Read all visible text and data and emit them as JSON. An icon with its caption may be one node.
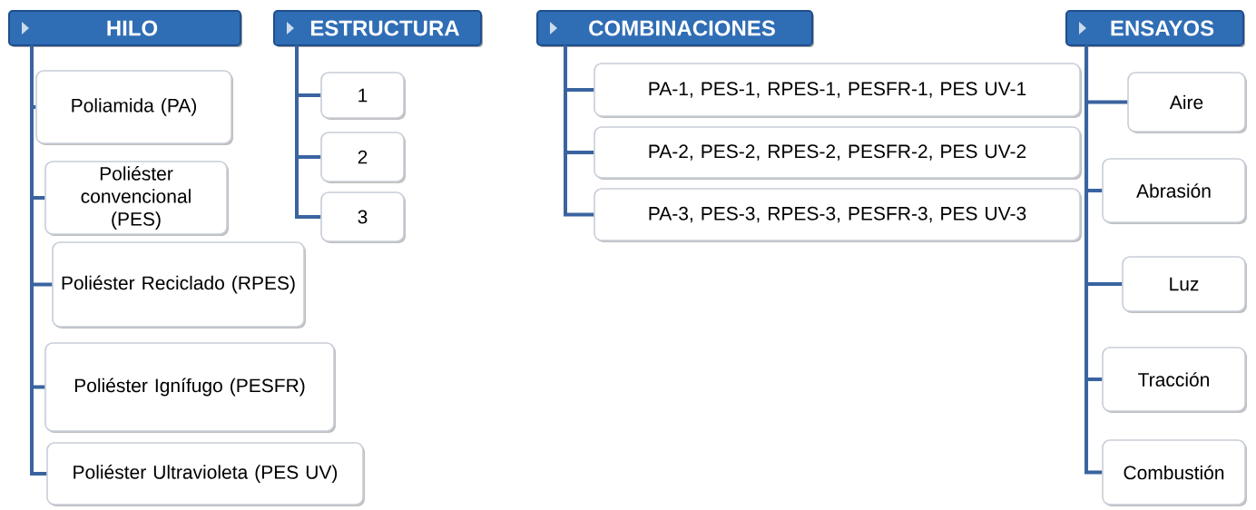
{
  "diagram": {
    "nodes": [
      {
        "text": [
          "HILO"
        ]
      },
      {
        "text": [
          "Poliamida (PA)"
        ]
      },
      {
        "text": [
          "Poliéster convencional (PES)"
        ]
      },
      {
        "text": [
          "Poliéster Reciclado (RPES)"
        ]
      },
      {
        "text": [
          "Poliéster Ignífugo (PESFR)"
        ]
      },
      {
        "text": [
          "Poliéster Ultravioleta (PES UV)"
        ]
      },
      {
        "text": [
          "ESTRUCTURA"
        ]
      },
      {
        "text": [
          "1"
        ]
      },
      {
        "text": [
          "2"
        ]
      },
      {
        "text": [
          "3"
        ]
      },
      {
        "text": [
          "COMBINACIONES"
        ]
      },
      {
        "text": [
          "PA-1, PES-1, RPES-1, PESFR-1, PES UV-1"
        ]
      },
      {
        "text": [
          "PA-2, PES-2, RPES-2, PESFR-2, PES UV-2"
        ]
      },
      {
        "text": [
          "PA-3, PES-3, RPES-3, PESFR-3, PES UV-3"
        ]
      },
      {
        "text": [
          "ENSAYOS"
        ]
      },
      {
        "text": [
          "Aire"
        ]
      },
      {
        "text": [
          "Abrasión"
        ]
      },
      {
        "text": [
          "Luz"
        ]
      },
      {
        "text": [
          "Tracción"
        ]
      },
      {
        "text": [
          "Combustión"
        ]
      }
    ],
    "edges": [
      {
        "from": 0,
        "to": 1,
        "arrow": "none"
      },
      {
        "from": 0,
        "to": 2,
        "arrow": "none"
      },
      {
        "from": 0,
        "to": 3,
        "arrow": "none"
      },
      {
        "from": 0,
        "to": 4,
        "arrow": "none"
      },
      {
        "from": 0,
        "to": 5,
        "arrow": "none"
      },
      {
        "from": 6,
        "to": 7,
        "arrow": "none"
      },
      {
        "from": 6,
        "to": 8,
        "arrow": "none"
      },
      {
        "from": 6,
        "to": 9,
        "arrow": "none"
      },
      {
        "from": 10,
        "to": 11,
        "arrow": "none"
      },
      {
        "from": 10,
        "to": 12,
        "arrow": "none"
      },
      {
        "from": 10,
        "to": 13,
        "arrow": "none"
      },
      {
        "from": 14,
        "to": 15,
        "arrow": "none"
      },
      {
        "from": 14,
        "to": 16,
        "arrow": "none"
      },
      {
        "from": 14,
        "to": 17,
        "arrow": "none"
      },
      {
        "from": 14,
        "to": 18,
        "arrow": "none"
      },
      {
        "from": 14,
        "to": 19,
        "arrow": "none"
      }
    ]
  }
}
